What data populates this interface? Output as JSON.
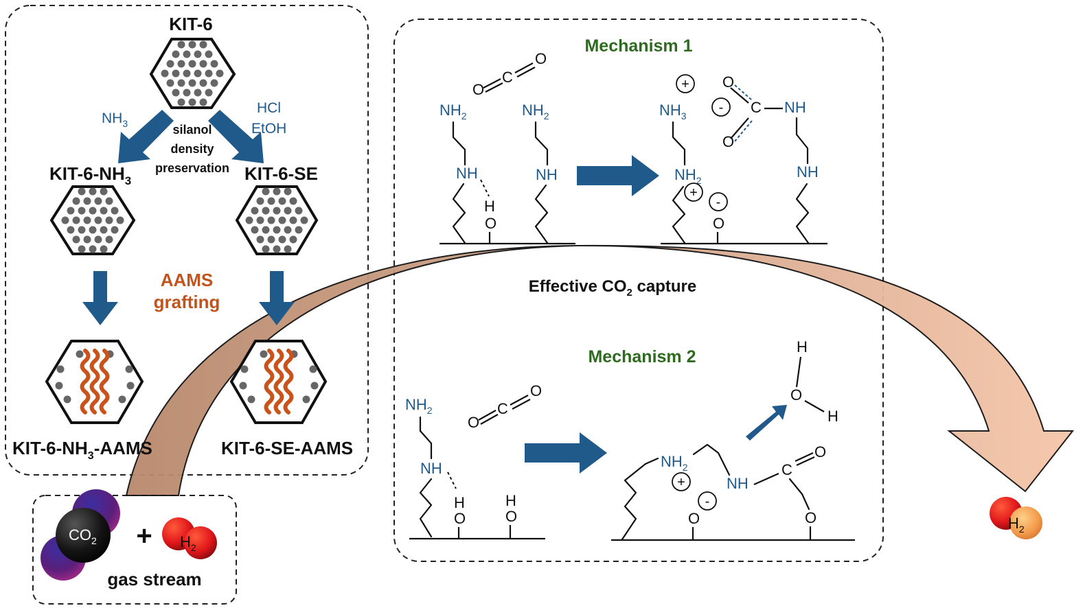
{
  "synthesis": {
    "top_label": "KIT-6",
    "left_reagent": "NH",
    "left_reagent_sub": "3",
    "right_reagent_line1": "HCl",
    "right_reagent_line2": "EtOH",
    "center_note_line1": "silanol",
    "center_note_line2": "density",
    "center_note_line3": "preservation",
    "left_mid_label": "KIT-6-NH",
    "left_mid_label_sub": "3",
    "right_mid_label": "KIT-6-SE",
    "grafting_line1": "AAMS",
    "grafting_line2": "grafting",
    "left_bottom_label_pre": "KIT-6-NH",
    "left_bottom_label_sub": "3",
    "left_bottom_label_post": "-AAMS",
    "right_bottom_label": "KIT-6-SE-AAMS"
  },
  "feed": {
    "co2_label": "CO",
    "co2_sub": "2",
    "plus": "+",
    "h2_label": "H",
    "h2_sub": "2",
    "caption": "gas stream"
  },
  "mechanisms": {
    "mech1_title": "Mechanism 1",
    "mech2_title": "Mechanism 2",
    "capture_pre": "Effective CO",
    "capture_sub": "2",
    "capture_post": " capture",
    "nh2": "NH",
    "nh3": "NH",
    "nh": "NH",
    "sub2": "2",
    "sub3": "3",
    "O": "O",
    "C": "C",
    "H": "H",
    "plus": "+",
    "minus": "-"
  },
  "output": {
    "h2_label": "H",
    "h2_sub": "2"
  },
  "colors": {
    "arrow_blue": "#1f5a8a",
    "mechanism_green": "#2e6b1f",
    "aams_orange": "#c0541c",
    "big_arrow_fill": "#c79d83"
  }
}
